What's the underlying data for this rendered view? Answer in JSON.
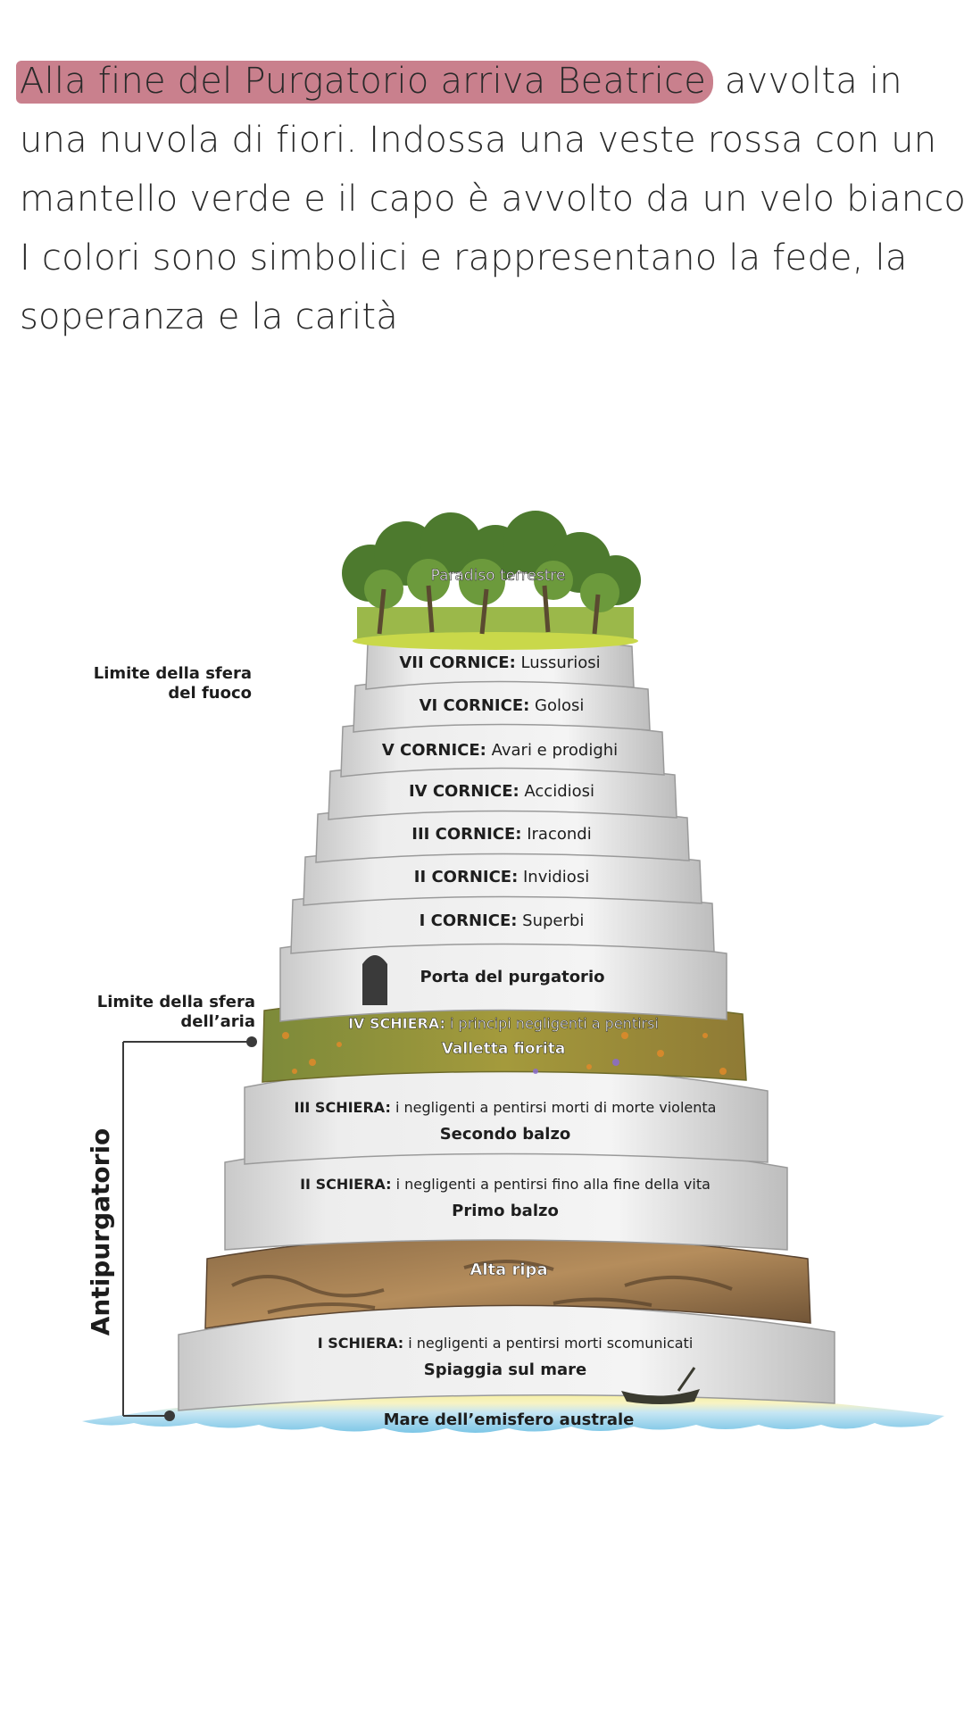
{
  "note": {
    "highlighted": "Alla fine del Purgatorio arriva Beatrice",
    "lines": [
      " avvolta in",
      "una nuvola di fiori. Indossa una veste rossa con un",
      "mantello verde e il capo è avvolto da un velo bianco.",
      "I colori sono simbolici e rappresentano la fede, la",
      "soperanza e la carità"
    ],
    "highlight_color": "#c9808d"
  },
  "diagram": {
    "top": "Paradiso terrestre",
    "cornici": [
      {
        "label": "VII CORNICE:",
        "desc": " Lussuriosi"
      },
      {
        "label": "VI CORNICE:",
        "desc": " Golosi"
      },
      {
        "label": "V CORNICE:",
        "desc": " Avari e prodighi"
      },
      {
        "label": "IV CORNICE:",
        "desc": " Accidiosi"
      },
      {
        "label": "III CORNICE:",
        "desc": " Iracondi"
      },
      {
        "label": "II CORNICE:",
        "desc": " Invidiosi"
      },
      {
        "label": "I CORNICE:",
        "desc": " Superbi"
      }
    ],
    "porta": "Porta del purgatorio",
    "schiera4": {
      "label": "IV SCHIERA:",
      "desc": " i principi negligenti a pentirsi",
      "place": "Valletta fiorita"
    },
    "schiera3": {
      "label": "III SCHIERA:",
      "desc": " i negligenti a pentirsi morti di morte violenta",
      "place": "Secondo balzo"
    },
    "schiera2": {
      "label": "II SCHIERA:",
      "desc": " i negligenti a pentirsi fino alla fine della vita",
      "place": "Primo balzo"
    },
    "alta_ripa": "Alta ripa",
    "schiera1": {
      "label": "I SCHIERA:",
      "desc": " i negligenti a pentirsi morti scomunicati",
      "place": "Spiaggia sul mare"
    },
    "mare": "Mare dell’emisfero australe",
    "limite_fuoco": [
      "Limite della sfera",
      "del fuoco"
    ],
    "limite_aria": [
      "Limite della sfera",
      "dell’aria"
    ],
    "antipurgatorio": "Antipurgatorio"
  }
}
